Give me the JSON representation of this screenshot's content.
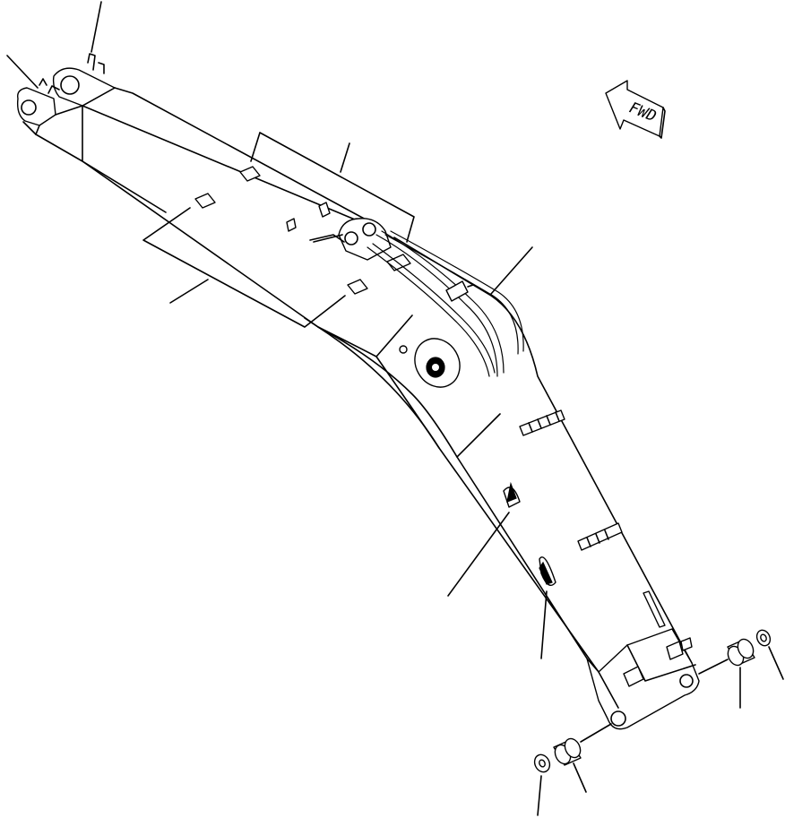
{
  "diagram": {
    "direction_label": "FWD",
    "icons": [
      "boom-arm",
      "fwd-arrow",
      "pin-boss",
      "bushing",
      "washer",
      "grease-fitting",
      "hose-line"
    ]
  }
}
